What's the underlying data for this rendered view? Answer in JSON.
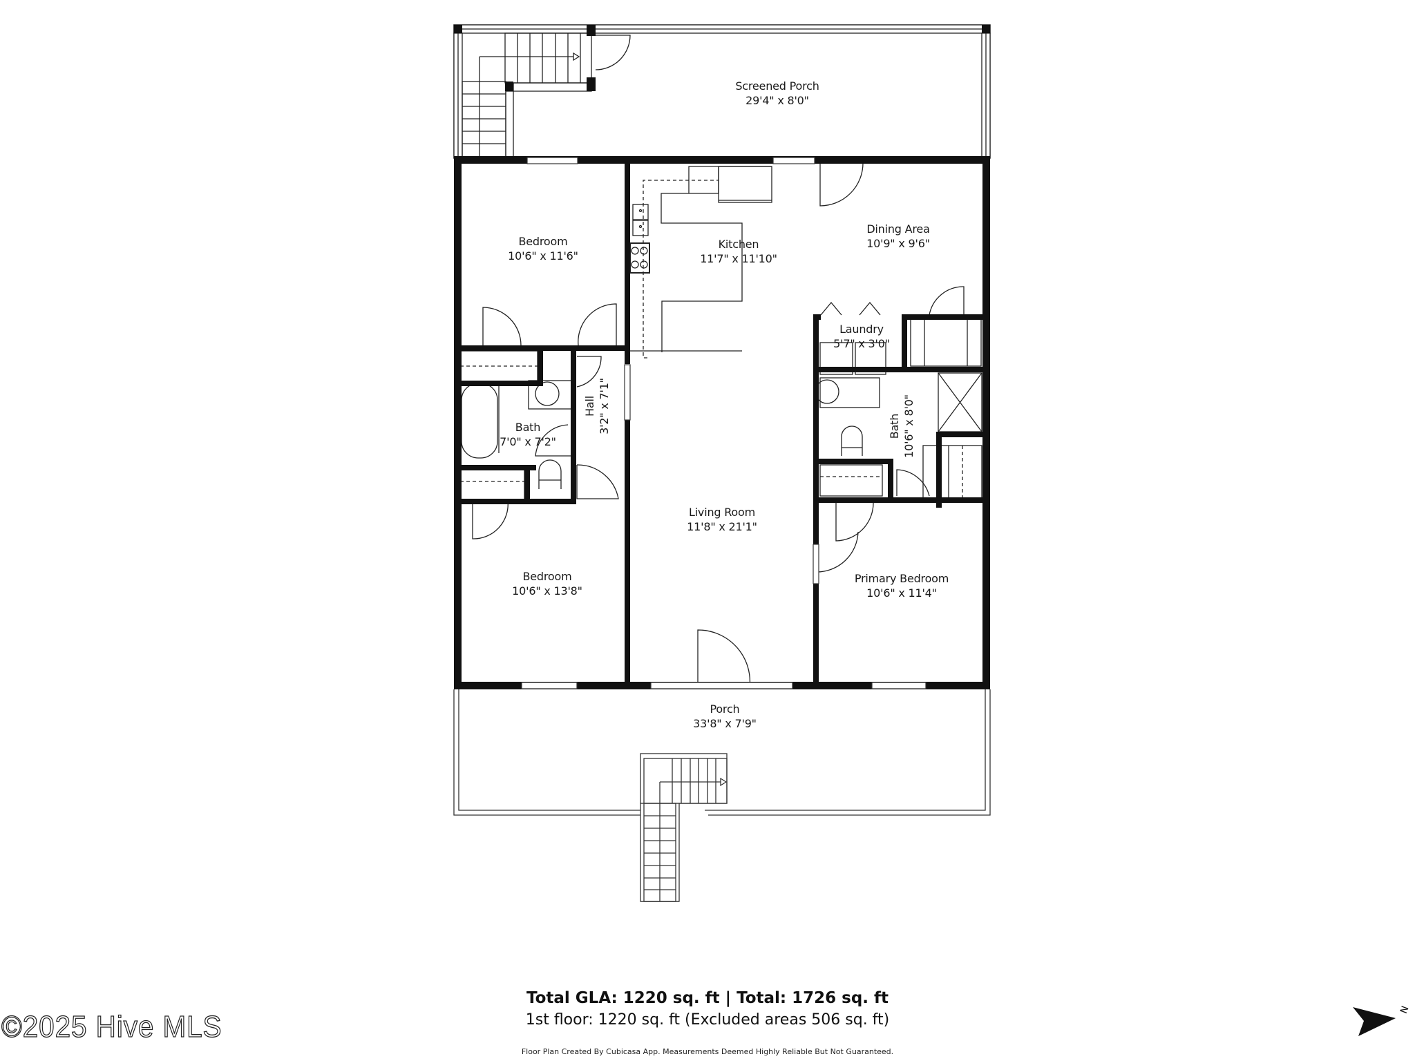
{
  "floor_plan": {
    "rooms": [
      {
        "id": "screened-porch",
        "name": "Screened Porch",
        "dimensions": "29'4\" x 8'0\""
      },
      {
        "id": "bedroom-1",
        "name": "Bedroom",
        "dimensions": "10'6\" x 11'6\""
      },
      {
        "id": "kitchen",
        "name": "Kitchen",
        "dimensions": "11'7\" x 11'10\""
      },
      {
        "id": "dining-area",
        "name": "Dining Area",
        "dimensions": "10'9\" x 9'6\""
      },
      {
        "id": "laundry",
        "name": "Laundry",
        "dimensions": "5'7\" x 3'0\""
      },
      {
        "id": "hall",
        "name": "Hall",
        "dimensions": "3'2\" x 7'1\""
      },
      {
        "id": "bath-1",
        "name": "Bath",
        "dimensions": "7'0\" x 7'2\""
      },
      {
        "id": "bath-2",
        "name": "Bath",
        "dimensions": "10'6\" x 8'0\""
      },
      {
        "id": "living-room",
        "name": "Living Room",
        "dimensions": "11'8\" x 21'1\""
      },
      {
        "id": "bedroom-2",
        "name": "Bedroom",
        "dimensions": "10'6\" x 13'8\""
      },
      {
        "id": "primary-bedroom",
        "name": "Primary Bedroom",
        "dimensions": "10'6\" x 11'4\""
      },
      {
        "id": "porch",
        "name": "Porch",
        "dimensions": "33'8\" x 7'9\""
      }
    ]
  },
  "footer": {
    "total_line": "Total GLA: 1220 sq. ft | Total: 1726 sq. ft",
    "floor_line": "1st floor: 1220 sq. ft (Excluded areas 506 sq. ft)",
    "disclaimer": "Floor Plan Created By Cubicasa App. Measurements Deemed Highly Reliable But Not Guaranteed."
  },
  "watermark": "©2025 Hive MLS",
  "compass": {
    "icon": "north-arrow-icon",
    "label": "N"
  }
}
